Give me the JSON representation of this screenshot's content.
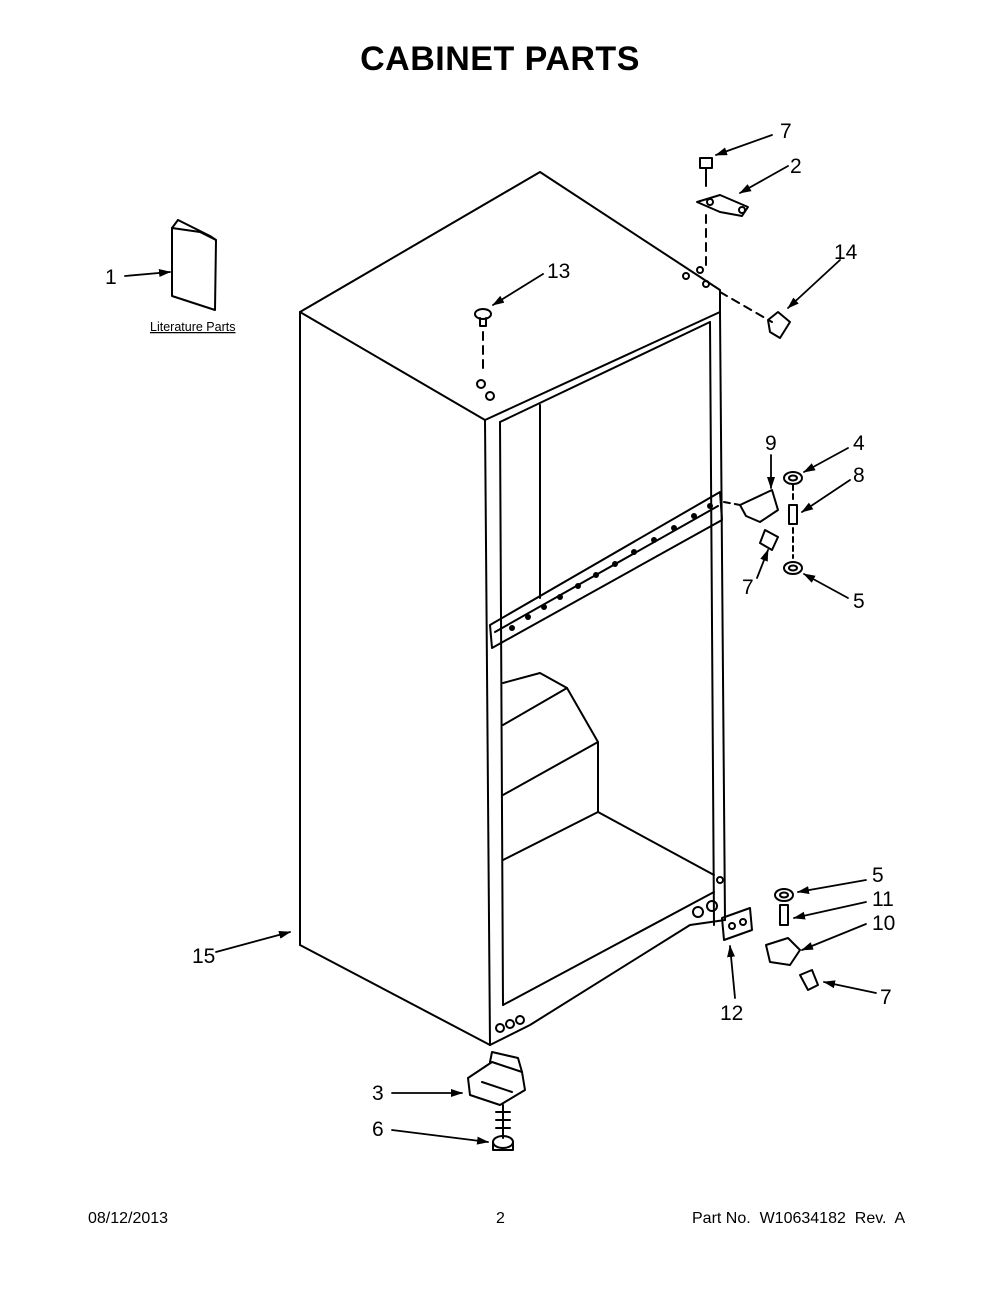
{
  "title": "CABINET PARTS",
  "footer": {
    "date": "08/12/2013",
    "page": "2",
    "part_no": "Part No.  W10634182  Rev.  A"
  },
  "literature_label": "Literature Parts",
  "callouts": [
    "1",
    "13",
    "7",
    "2",
    "14",
    "9",
    "4",
    "8",
    "7",
    "5",
    "15",
    "5",
    "11",
    "10",
    "7",
    "12",
    "3",
    "6"
  ]
}
